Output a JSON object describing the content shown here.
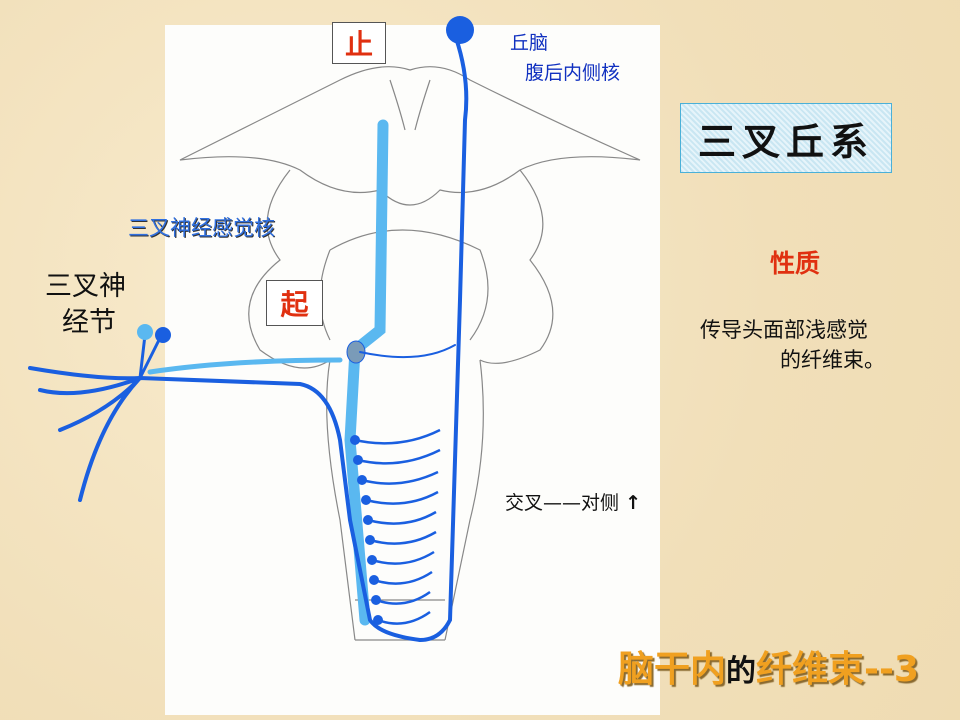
{
  "labels": {
    "stop": "止",
    "start": "起",
    "thalamus_line1": "丘脑",
    "thalamus_line2": "腹后内侧核",
    "sensory_nucleus": "三叉神经感觉核",
    "ganglion_line1": "三叉神",
    "ganglion_line2": "经节",
    "crossing": "交叉——对侧",
    "crossing_arrow": "↑"
  },
  "title_box": "三叉丘系",
  "nature": {
    "heading": "性质",
    "line1": "传导头面部浅感觉",
    "line2": "的纤维束。"
  },
  "footer": {
    "part1": "脑干内",
    "part2": "的",
    "part3": "纤维束--3"
  },
  "colors": {
    "background": "#f4e4c1",
    "fiber_dark": "#1a5fe0",
    "fiber_light": "#5ab8f0",
    "accent_red": "#e03010",
    "orange": "#f0a020"
  }
}
